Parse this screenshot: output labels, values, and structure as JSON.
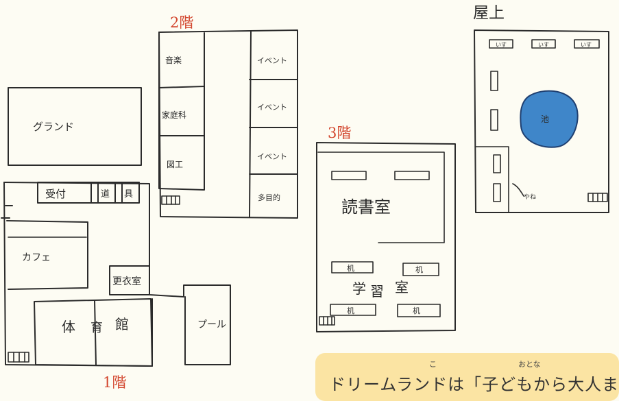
{
  "floors": {
    "f1": "1階",
    "f2": "2階",
    "f3": "3階",
    "roof": "屋上"
  },
  "rooms_f1": {
    "ground": "グランド",
    "reception": "受付",
    "tools_1": "道",
    "tools_2": "具",
    "cafe": "カフェ",
    "changing_room": "更衣室",
    "gym_1": "体",
    "gym_2": "育",
    "gym_3": "館",
    "pool": "プール"
  },
  "rooms_f2": {
    "music": "音楽",
    "home_ec": "家庭科",
    "crafts": "図工",
    "event_1": "イベント",
    "event_2": "イベント",
    "event_3": "イベント",
    "multipurpose": "多目的"
  },
  "rooms_f3": {
    "reading_room": "読書室",
    "study_room_1": "学",
    "study_room_2": "習",
    "study_room_3": "室",
    "desk_1": "机",
    "desk_2": "机",
    "desk_3": "机",
    "desk_4": "机"
  },
  "rooftop": {
    "chair_1": "いす",
    "chair_2": "いす",
    "chair_3": "いす",
    "pond": "池",
    "shelf": "やね"
  },
  "note": {
    "text": "ドリームランドは「子どもから大人ま",
    "ruby_ko": "こ",
    "ruby_otona": "おとな"
  },
  "colors": {
    "floor_label": "#d3472f",
    "pond": "#3f86c9",
    "note_bg": "#fbe4a3"
  }
}
